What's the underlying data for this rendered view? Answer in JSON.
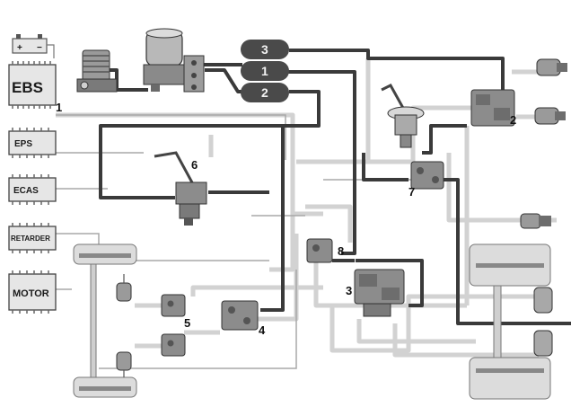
{
  "battery": {
    "plus": "+",
    "minus": "−"
  },
  "ecus": {
    "ebs": "EBS",
    "eps": "EPS",
    "ecas": "ECAS",
    "retarder": "RETARDER",
    "motor": "MOTOR"
  },
  "tanks": {
    "top": "3",
    "middle": "1",
    "bottom": "2"
  },
  "callouts": {
    "ebs_unit": "1",
    "rear_modulator": "2",
    "trailer_valve": "3",
    "front_modulator": "4",
    "front_abs_valves": "5",
    "hand_brake_valve": "6",
    "brake_pedal_valve": "7",
    "relay_valve": "8"
  },
  "colors": {
    "pipe_dark": "#3a3a3a",
    "pipe_light": "#d2d2d2",
    "wire_grey": "#a8a8a8",
    "tank_fill": "#4a4a4a",
    "component_grey": "#8c8c8c",
    "ecu_fill": "#e6e6e6"
  }
}
